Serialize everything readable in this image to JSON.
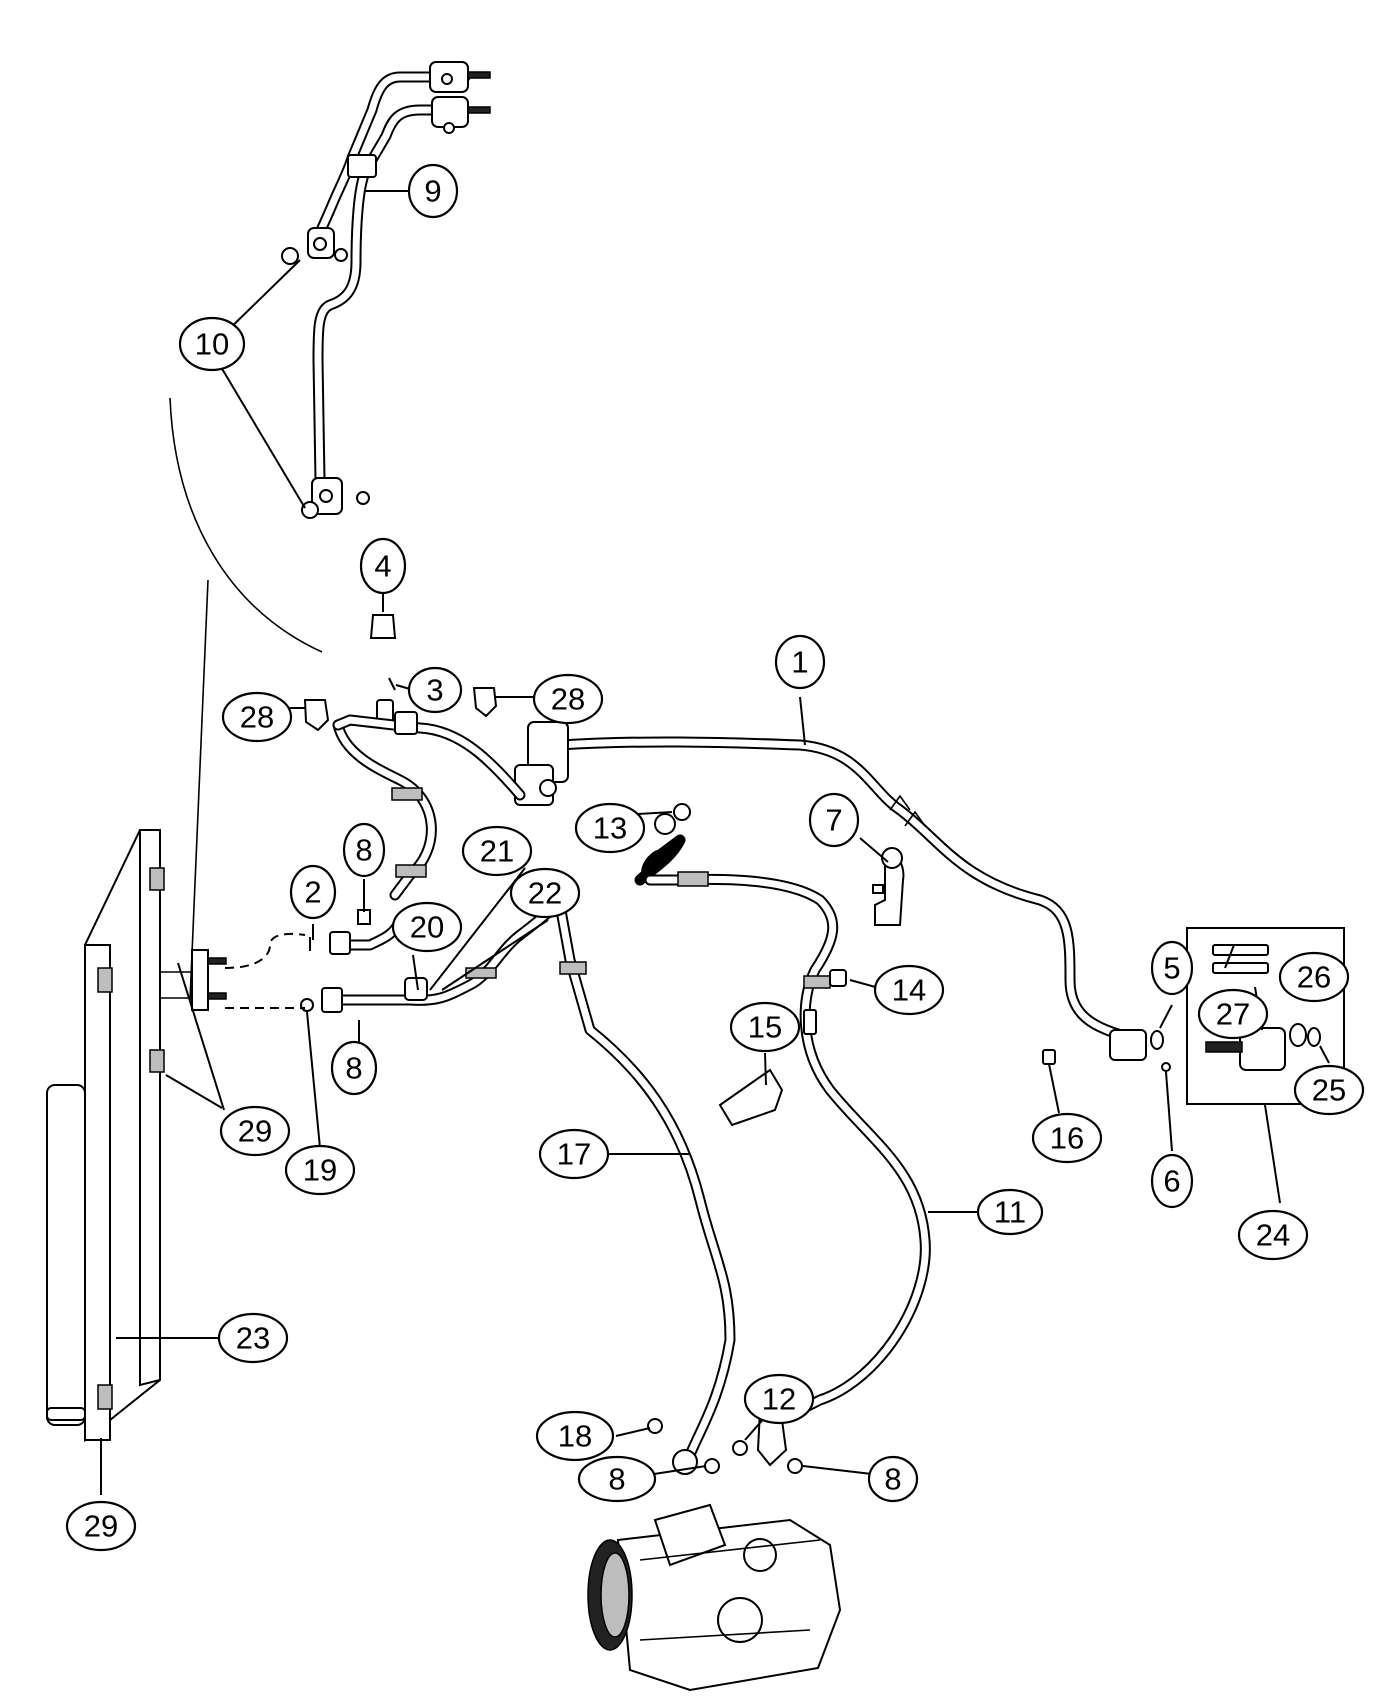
{
  "callouts": [
    {
      "id": "c1",
      "label": "1"
    },
    {
      "id": "c2",
      "label": "2"
    },
    {
      "id": "c3",
      "label": "3"
    },
    {
      "id": "c4",
      "label": "4"
    },
    {
      "id": "c5",
      "label": "5"
    },
    {
      "id": "c6",
      "label": "6"
    },
    {
      "id": "c7",
      "label": "7"
    },
    {
      "id": "c8a",
      "label": "8"
    },
    {
      "id": "c8b",
      "label": "8"
    },
    {
      "id": "c8c",
      "label": "8"
    },
    {
      "id": "c8d",
      "label": "8"
    },
    {
      "id": "c9",
      "label": "9"
    },
    {
      "id": "c10",
      "label": "10"
    },
    {
      "id": "c11",
      "label": "11"
    },
    {
      "id": "c12",
      "label": "12"
    },
    {
      "id": "c13",
      "label": "13"
    },
    {
      "id": "c14",
      "label": "14"
    },
    {
      "id": "c15",
      "label": "15"
    },
    {
      "id": "c16",
      "label": "16"
    },
    {
      "id": "c17",
      "label": "17"
    },
    {
      "id": "c18",
      "label": "18"
    },
    {
      "id": "c19",
      "label": "19"
    },
    {
      "id": "c20",
      "label": "20"
    },
    {
      "id": "c21",
      "label": "21"
    },
    {
      "id": "c22",
      "label": "22"
    },
    {
      "id": "c23",
      "label": "23"
    },
    {
      "id": "c24",
      "label": "24"
    },
    {
      "id": "c25",
      "label": "25"
    },
    {
      "id": "c26",
      "label": "26"
    },
    {
      "id": "c27",
      "label": "27"
    },
    {
      "id": "c28a",
      "label": "28"
    },
    {
      "id": "c28b",
      "label": "28"
    },
    {
      "id": "c29a",
      "label": "29"
    },
    {
      "id": "c29b",
      "label": "29"
    }
  ]
}
